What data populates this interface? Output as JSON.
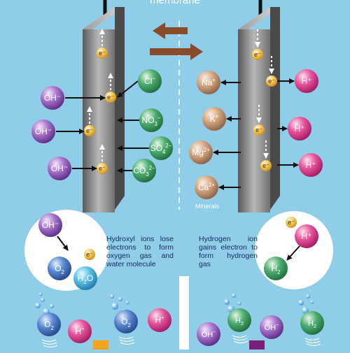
{
  "title": "membrane",
  "colors": {
    "background": "#8fcde9",
    "electrode": "#8a8a8a",
    "arrow_brown": "#8b4a2a",
    "hydroxide": "#8a4fb2",
    "chloride": "#3a9a5a",
    "mineral": "#c79b78",
    "hydrogen_ion": "#e0418f",
    "oxygen": "#3f73c4",
    "electron": "#f0b83a"
  },
  "left_electrode": {
    "electrons": [
      "e⁻",
      "e⁻",
      "e⁻",
      "e⁻"
    ],
    "hydroxide_ions": [
      "OH⁻",
      "OH⁻",
      "OH⁻"
    ],
    "anions": [
      {
        "main": "Cl",
        "sup": "−",
        "sub": ""
      },
      {
        "main": "NO",
        "sup": "−",
        "sub": "3"
      },
      {
        "main": "SO",
        "sup": "2−",
        "sub": "4"
      },
      {
        "main": "CO",
        "sup": "2−",
        "sub": "3"
      }
    ]
  },
  "right_electrode": {
    "electrons": [
      "e⁻",
      "e⁻",
      "e⁻",
      "e⁻"
    ],
    "hydrogen_ions": [
      "H⁺",
      "H⁺",
      "H⁺",
      "H⁺"
    ],
    "cations": [
      {
        "main": "Na",
        "sup": "+"
      },
      {
        "main": "K",
        "sup": "+"
      },
      {
        "main": "Mg",
        "sup": "2+"
      },
      {
        "main": "Ca",
        "sup": "2+"
      }
    ],
    "minerals_label": "Minerals"
  },
  "left_panel": {
    "reactant": "OH⁻",
    "electron": "e⁻",
    "products": [
      {
        "main": "O",
        "sub": "2"
      },
      {
        "main": "H",
        "sub": "2",
        "tail": "O"
      }
    ],
    "description": "Hydroxyl ions lose electrons to form oxygen gas and water molecule"
  },
  "right_panel": {
    "electron": "e⁻",
    "reactant": "H⁺",
    "product": {
      "main": "H",
      "sub": "2"
    },
    "description": "Hydrogen ion gains electron to form hydrogen gas"
  },
  "bottom_left": [
    {
      "main": "O",
      "sub": "2"
    },
    {
      "main": "H",
      "sup": "+"
    },
    {
      "main": "O",
      "sub": "2"
    },
    {
      "main": "H",
      "sup": "+"
    }
  ],
  "bottom_right": [
    {
      "main": "OH",
      "sup": "−"
    },
    {
      "main": "H",
      "sub": "2"
    },
    {
      "main": "OH",
      "sup": "−"
    },
    {
      "main": "H",
      "sub": "2"
    }
  ]
}
